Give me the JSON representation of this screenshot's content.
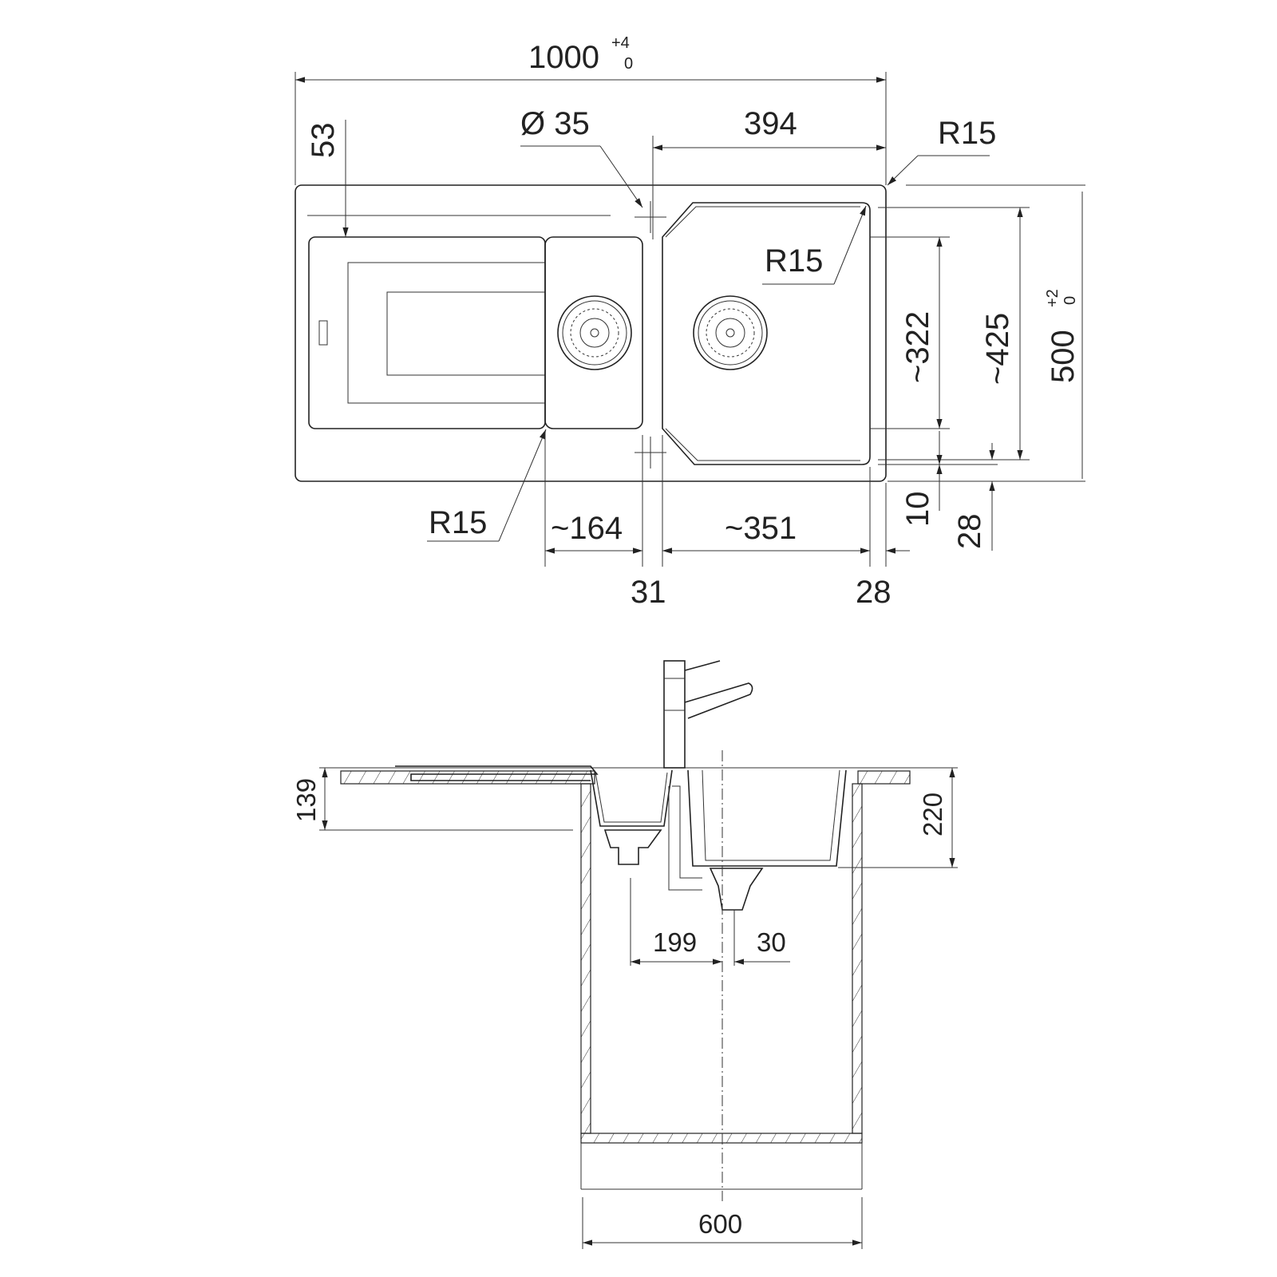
{
  "plan_view": {
    "overall_width": {
      "value": "1000",
      "tol_upper": "+4",
      "tol_lower": "0"
    },
    "overall_depth": {
      "value": "500",
      "tol_upper": "+2",
      "tol_lower": "0"
    },
    "tap_hole": "Ø 35",
    "large_bowl_offset": "394",
    "top_margin": "53",
    "radius_outer": "R15",
    "radius_bowl": "R15",
    "radius_small": "R15",
    "bowl_depth_inner": "~322",
    "bowl_depth_outer": "~425",
    "small_bowl_width": "~164",
    "large_bowl_width": "~351",
    "gap_between": "31",
    "right_margin": "28",
    "bottom_margin_a": "10",
    "bottom_margin_b": "28"
  },
  "section_view": {
    "small_bowl_depth": "139",
    "large_bowl_depth": "220",
    "drain_distance": "199",
    "drain_offset": "30",
    "cabinet_width": "600"
  }
}
